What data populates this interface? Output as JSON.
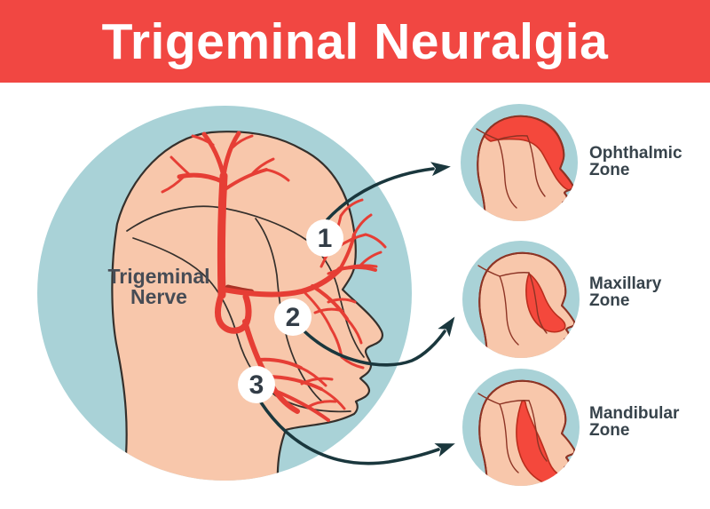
{
  "header": {
    "title": "Trigeminal Neuralgia"
  },
  "main_diagram": {
    "label": {
      "line1": "Trigeminal",
      "line2": "Nerve"
    },
    "markers": [
      {
        "number": "1"
      },
      {
        "number": "2"
      },
      {
        "number": "3"
      }
    ]
  },
  "zones": [
    {
      "name": "Ophthalmic",
      "suffix": "Zone"
    },
    {
      "name": "Maxillary",
      "suffix": "Zone"
    },
    {
      "name": "Mandibular",
      "suffix": "Zone"
    }
  ],
  "colors": {
    "banner_red": "#f14742",
    "nerve_red": "#e63e35",
    "zone_red": "#f4483c",
    "zone_red_outline": "#bb2d1d",
    "skin": "#f8c7ab",
    "circle_blue": "#a9d2d7",
    "arrow_teal": "#1a373d",
    "head_outline": "#35302c",
    "small_head_outline": "#8d3425",
    "label_dark": "#37434b",
    "number_dark": "#333d47",
    "title_white": "#ffffff"
  }
}
